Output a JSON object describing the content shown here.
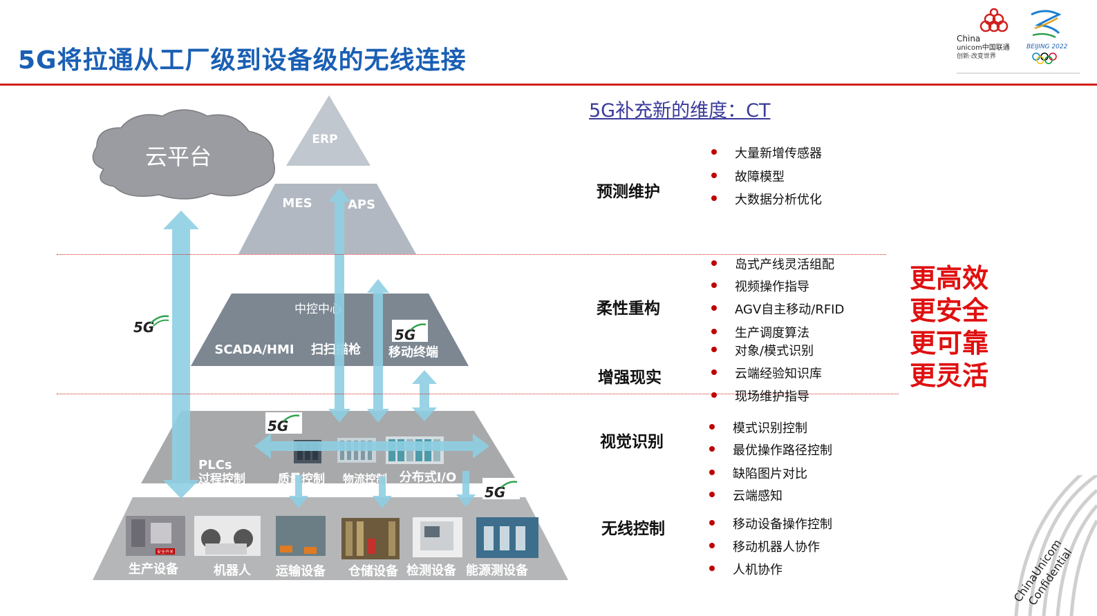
{
  "title": "5G将拉通从工厂级到设备级的无线连接",
  "subtitle": "5G补充新的维度：CT",
  "diagram": {
    "cloud": "云平台",
    "erp": "ERP",
    "mes": "MES",
    "aps": "APS",
    "control_center": "中控中心",
    "scada": "SCADA/HMI",
    "scanner": "扫扫描枪",
    "mobile": "移动终端",
    "plcs": "PLCs",
    "process_control": "过程控制",
    "quality": "质量控制",
    "logistics": "物流控制",
    "distributed_io": "分布式I/O",
    "badge_5g": "5G",
    "devices": [
      "生产设备",
      "机器人",
      "运输设备",
      "仓储设备",
      "检测设备",
      "能源测设备"
    ],
    "device_tag": "安全开关"
  },
  "categories": [
    {
      "name": "预测维护",
      "items": [
        "大量新增传感器",
        "故障模型",
        "大数据分析优化"
      ]
    },
    {
      "name": "柔性重构",
      "items": [
        "岛式产线灵活组配",
        "视频操作指导",
        "AGV自主移动/RFID",
        "生产调度算法"
      ]
    },
    {
      "name": "增强现实",
      "items": [
        "对象/模式识别",
        "云端经验知识库",
        "现场维护指导"
      ]
    },
    {
      "name": "视觉识别",
      "items": [
        "模式识别控制",
        "最优操作路径控制",
        "缺陷图片对比",
        "云端感知"
      ]
    },
    {
      "name": "无线控制",
      "items": [
        "移动设备操作控制",
        "移动机器人协作",
        "人机协作"
      ]
    }
  ],
  "benefits": [
    "更高效",
    "更安全",
    "更可靠",
    "更灵活"
  ],
  "logo": {
    "line1": "China",
    "line2": "unicom中国联通",
    "line3": "创新·改变世界",
    "beijing": "BEIJING 2022"
  },
  "watermark": {
    "line1": "ChinaUnicom",
    "line2": "Confidential"
  },
  "colors": {
    "title": "#1a5fb4",
    "accent_red": "#d0201c",
    "arrow": "#8ecfe3",
    "tier_dark": "#7d8792"
  }
}
